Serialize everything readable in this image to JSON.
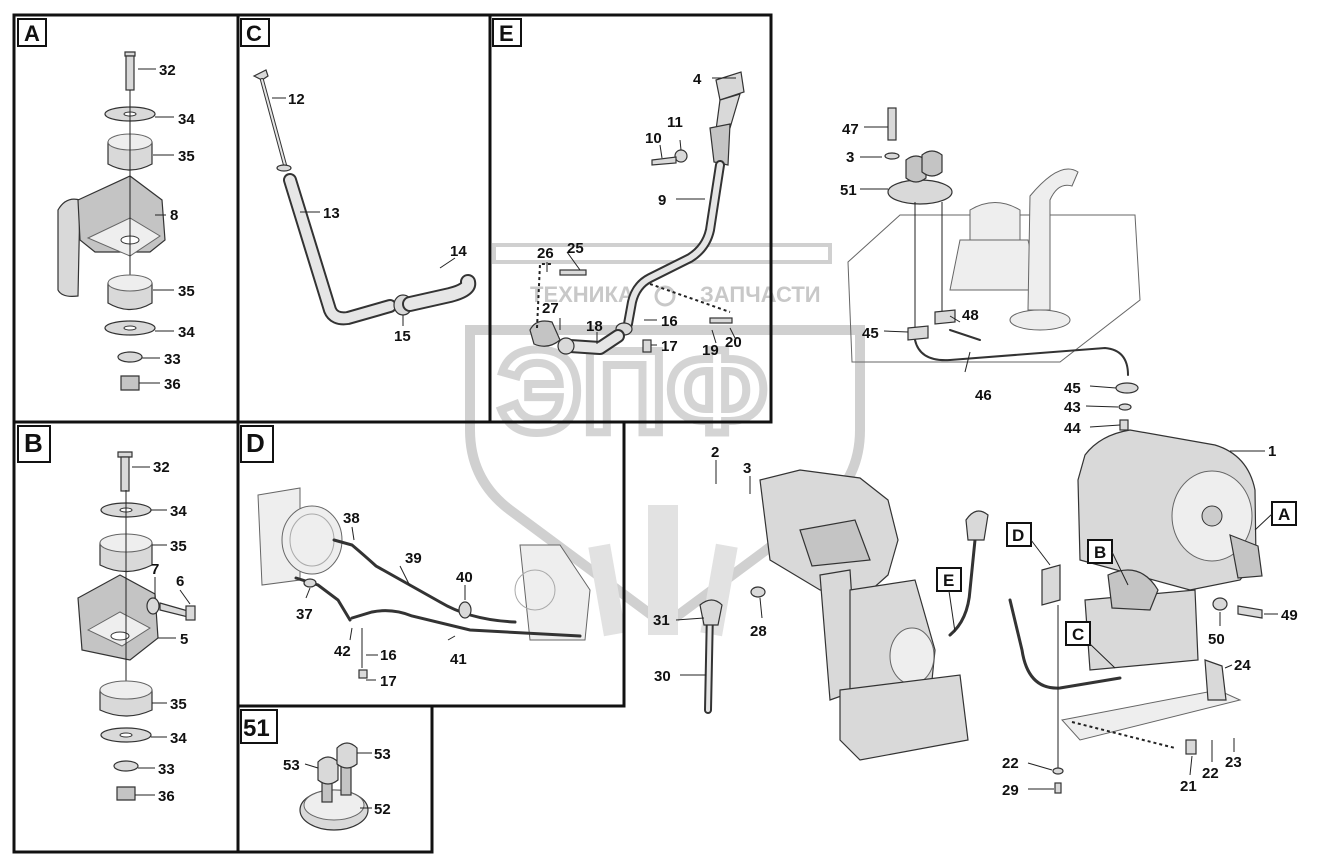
{
  "watermark": {
    "brand": "ЭПФ",
    "left_word": "ТЕХНИКА",
    "right_word": "ЗАПЧАСТИ"
  },
  "sections": {
    "A": "A",
    "B": "B",
    "C": "C",
    "D": "D",
    "E": "E",
    "s51": "51"
  },
  "callouts": {
    "a32": "32",
    "a34a": "34",
    "a35a": "35",
    "a8": "8",
    "a35b": "35",
    "a34b": "34",
    "a33": "33",
    "a36": "36",
    "b32": "32",
    "b34a": "34",
    "b35a": "35",
    "b7": "7",
    "b6": "6",
    "b5": "5",
    "b35b": "35",
    "b34b": "34",
    "b33": "33",
    "b36": "36",
    "c12": "12",
    "c13": "13",
    "c14": "14",
    "c15": "15",
    "e4": "4",
    "e11": "11",
    "e10": "10",
    "e9": "9",
    "e26": "26",
    "e25": "25",
    "e27": "27",
    "e18": "18",
    "e16": "16",
    "e17": "17",
    "e19": "19",
    "e20": "20",
    "d38": "38",
    "d39": "39",
    "d40": "40",
    "d37": "37",
    "d42": "42",
    "d16": "16",
    "d41": "41",
    "d17": "17",
    "f53a": "53",
    "f53b": "53",
    "f52": "52",
    "m47": "47",
    "m3a": "3",
    "m51": "51",
    "m45a": "45",
    "m48": "48",
    "m46": "46",
    "m45b": "45",
    "m43": "43",
    "m44": "44",
    "m1": "1",
    "m2": "2",
    "m3b": "3",
    "m31": "31",
    "m28": "28",
    "m30": "30",
    "m50": "50",
    "m49": "49",
    "m24": "24",
    "m22a": "22",
    "m29": "29",
    "m21": "21",
    "m22b": "22",
    "m23": "23"
  },
  "tags": {
    "tA": "A",
    "tB": "B",
    "tC": "C",
    "tD": "D",
    "tE": "E"
  }
}
